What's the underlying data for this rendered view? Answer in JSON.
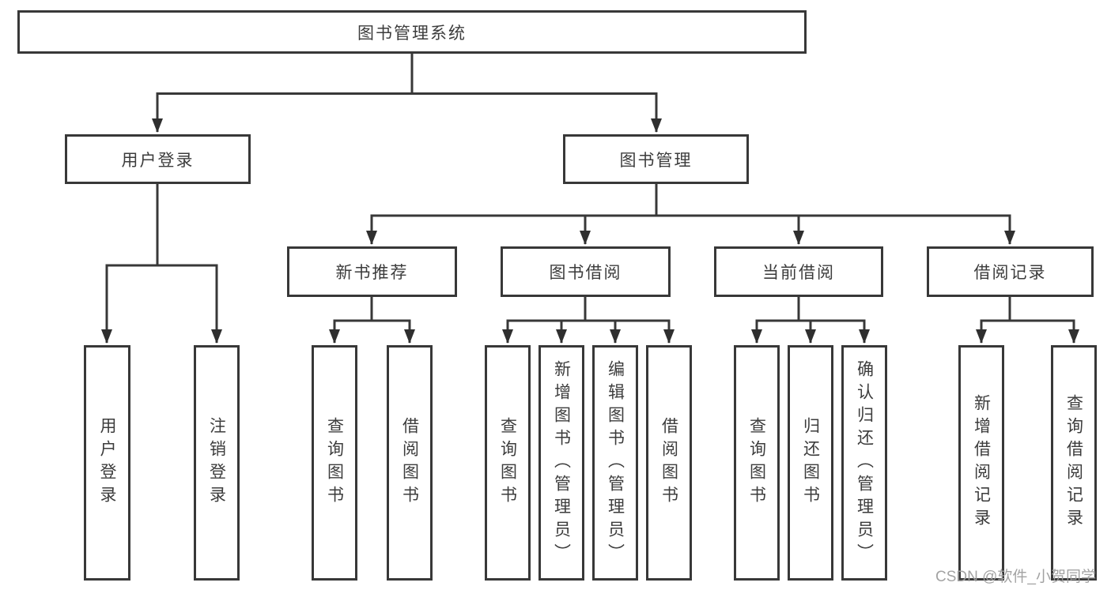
{
  "nodes": {
    "root": "图书管理系统",
    "l2": [
      "用户登录",
      "图书管理"
    ],
    "l3": [
      "新书推荐",
      "图书借阅",
      "当前借阅",
      "借阅记录"
    ],
    "leaf": [
      "用户登录",
      "注销登录",
      "查询图书",
      "借阅图书",
      "查询图书",
      "新增图书（管理员）",
      "编辑图书（管理员）",
      "借阅图书",
      "查询图书",
      "归还图书",
      "确认归还（管理员）",
      "新增借阅记录",
      "查询借阅记录"
    ]
  },
  "watermark": "CSDN @软件_小贺同学",
  "colors": {
    "line": "#383838",
    "box_border": "#383838",
    "text": "#3c3c3c",
    "background": "#ffffff",
    "watermark": "#9e9e9e"
  }
}
